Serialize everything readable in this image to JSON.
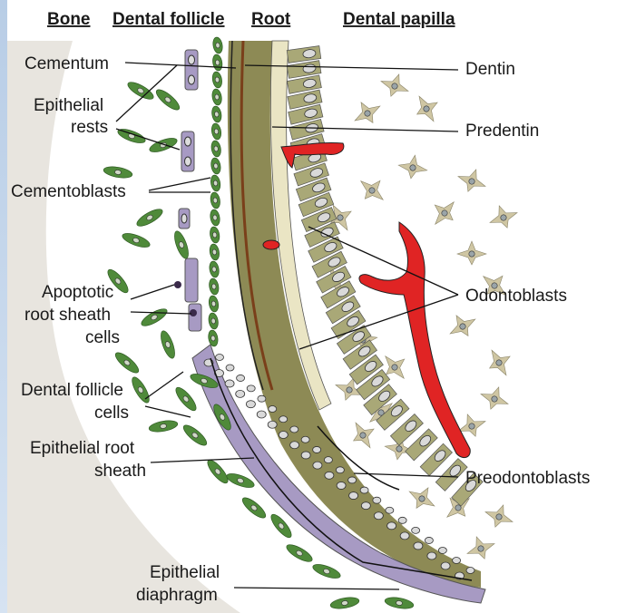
{
  "headers": {
    "bone": "Bone",
    "dental_follicle": "Dental follicle",
    "root": "Root",
    "dental_papilla": "Dental papilla"
  },
  "labels": {
    "cementum": "Cementum",
    "epithelial_rests_1": "Epithelial",
    "epithelial_rests_2": "rests",
    "cementoblasts": "Cementoblasts",
    "apoptotic_1": "Apoptotic",
    "apoptotic_2": "root sheath",
    "apoptotic_3": "cells",
    "follicle_cells_1": "Dental follicle",
    "follicle_cells_2": "cells",
    "root_sheath_1": "Epithelial root",
    "root_sheath_2": "sheath",
    "diaphragm_1": "Epithelial",
    "diaphragm_2": "diaphragm",
    "dentin": "Dentin",
    "predentin": "Predentin",
    "odontoblasts": "Odontoblasts",
    "preodontoblasts": "Preodontoblasts"
  },
  "colors": {
    "bone": "#e8e5df",
    "dentin": "#8d8a55",
    "odontoblast": "#a9a877",
    "predentin": "#eae5c4",
    "epithelium": "#a79ac3",
    "follicle_cell": "#4f8a3a",
    "cementum": "#7a3f1a",
    "blood_vessel": "#e02424",
    "papilla_cell": "#cfc6a3"
  }
}
